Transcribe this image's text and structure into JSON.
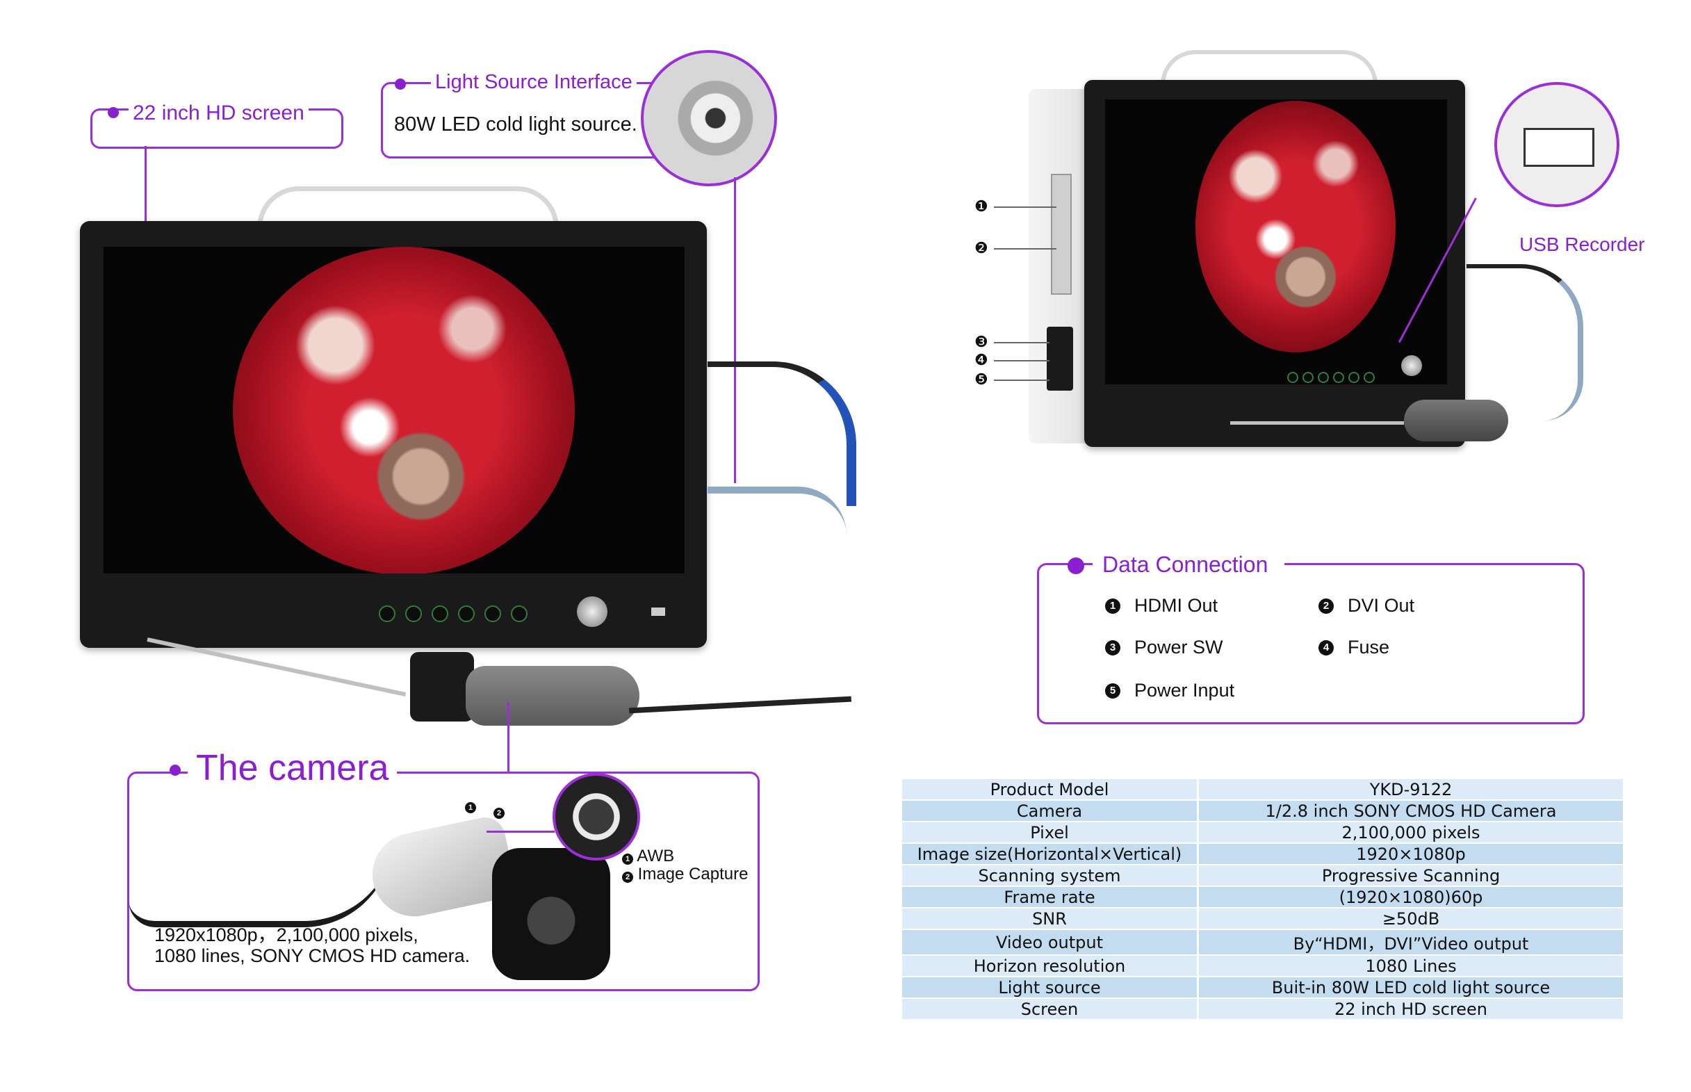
{
  "screen_callout": {
    "label": "22 inch HD screen"
  },
  "light_callout": {
    "title": "Light Source Interface",
    "text": "80W LED cold light source."
  },
  "usb_callout": {
    "label": "USB Recorder"
  },
  "side_markers": [
    "❶",
    "❷",
    "❸",
    "❹",
    "❺"
  ],
  "data_connection": {
    "title": "Data Connection",
    "items": [
      {
        "num": "1",
        "label": "HDMI Out"
      },
      {
        "num": "2",
        "label": "DVI Out"
      },
      {
        "num": "3",
        "label": "Power SW"
      },
      {
        "num": "4",
        "label": "Fuse"
      },
      {
        "num": "5",
        "label": "Power Input"
      }
    ]
  },
  "camera": {
    "title": "The camera",
    "buttons": [
      {
        "num": "1",
        "label": "AWB"
      },
      {
        "num": "2",
        "label": "Image Capture"
      }
    ],
    "desc_line1": "1920x1080p，2,100,000 pixels,",
    "desc_line2": "1080 lines, SONY CMOS HD camera."
  },
  "spec_table": [
    [
      "Product Model",
      "YKD-9122"
    ],
    [
      "Camera",
      "1/2.8 inch SONY CMOS HD Camera"
    ],
    [
      "Pixel",
      "2,100,000 pixels"
    ],
    [
      "Image size(Horizontal×Vertical)",
      "1920×1080p"
    ],
    [
      "Scanning system",
      "Progressive Scanning"
    ],
    [
      "Frame rate",
      "(1920×1080)60p"
    ],
    [
      "SNR",
      "≥50dB"
    ],
    [
      "Video output",
      "By“HDMI，DVI”Video output"
    ],
    [
      "Horizon resolution",
      "1080 Lines"
    ],
    [
      "Light source",
      "Buit-in 80W LED cold light source"
    ],
    [
      "Screen",
      "22 inch HD screen"
    ]
  ],
  "colors": {
    "accent": "#8a1fd0",
    "table_light": "#dcebf7",
    "table_dark": "#c3dcf0"
  }
}
